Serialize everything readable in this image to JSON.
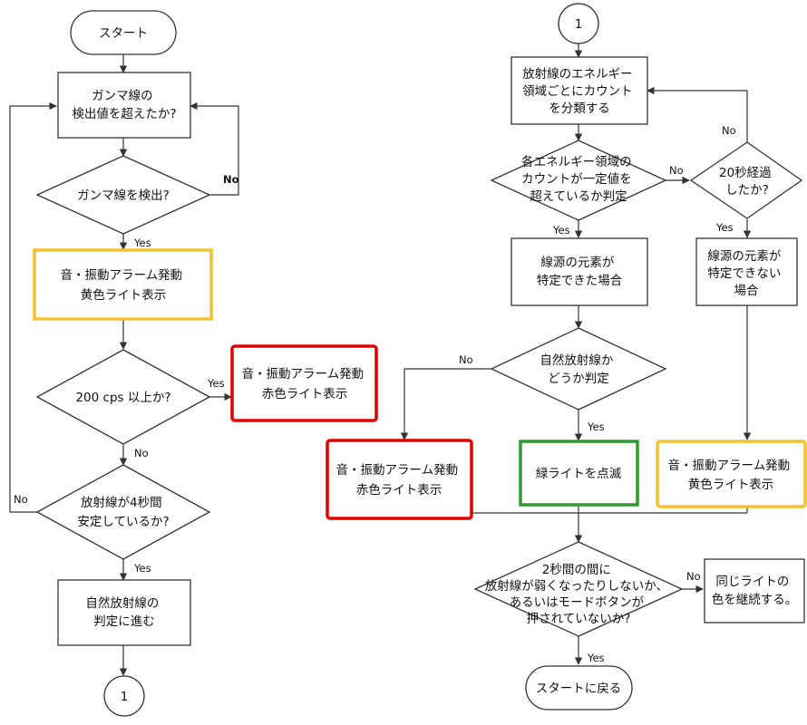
{
  "colors": {
    "yellow": "#F2C12E",
    "red": "#E00000",
    "green": "#2E9B2E",
    "stroke": "#333333"
  },
  "left": {
    "start": "スタート",
    "process1": [
      "ガンマ線の",
      "検出値を超えたか?"
    ],
    "decision1": [
      "ガンマ線を検出?"
    ],
    "no1": "No",
    "yes1": "Yes",
    "yellow_box": [
      "音・振動アラーム発動",
      "黄色ライト表示"
    ],
    "decision2": [
      "200 cps 以上か?"
    ],
    "yes2": "Yes",
    "red_box": [
      "音・振動アラーム発動",
      "赤色ライト表示"
    ],
    "no2": "No",
    "decision3": [
      "放射線が4秒間",
      "安定しているか?"
    ],
    "no3": "No",
    "yes3": "Yes",
    "process2": [
      "自然放射線の",
      "判定に進む"
    ],
    "connector": "1"
  },
  "right": {
    "connector": "1",
    "process1": [
      "放射線のエネルギー",
      "領域ごとにカウント",
      "を分類する"
    ],
    "decision1": [
      "各エネルギー領域の",
      "カウントが一定値を",
      "超えているか判定"
    ],
    "no1": "No",
    "decision_timer": [
      "20秒経過",
      "したか?"
    ],
    "no_timer": "No",
    "yes_timer": "Yes",
    "yes1": "Yes",
    "process_identified": [
      "線源の元素が",
      "特定できた場合"
    ],
    "process_unidentified": [
      "線源の元素が",
      "特定できない",
      "場合"
    ],
    "decision_natural": [
      "自然放射線か",
      "どうか判定"
    ],
    "no_natural": "No",
    "yes_natural": "Yes",
    "red_box": [
      "音・振動アラーム発動",
      "赤色ライト表示"
    ],
    "green_box": [
      "緑ライトを点滅"
    ],
    "yellow_box": [
      "音・振動アラーム発動",
      "黄色ライト表示"
    ],
    "decision_final": [
      "2秒間の間に",
      "放射線が弱くなったりしないか、",
      "あるいはモードボタンが",
      "押されていないか?"
    ],
    "no_final": "No",
    "continue_box": [
      "同じライトの",
      "色を継続する。"
    ],
    "yes_final": "Yes",
    "end": "スタートに戻る"
  }
}
